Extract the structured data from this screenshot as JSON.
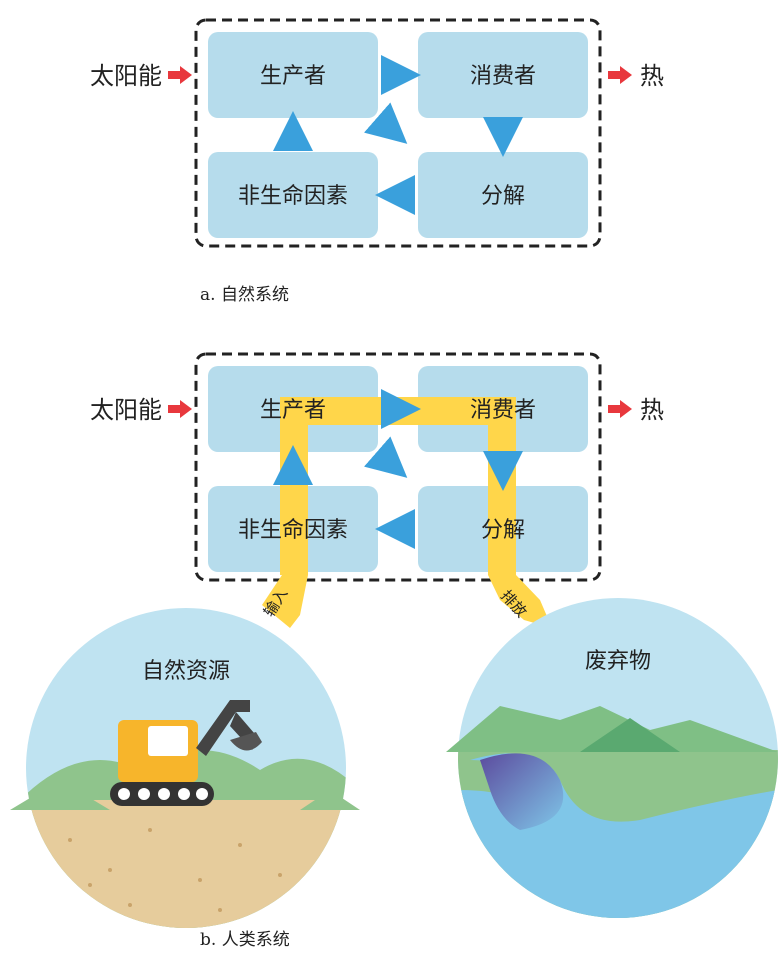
{
  "colors": {
    "box_fill": "#b6dcec",
    "dash_border": "#222222",
    "blue_arrow": "#3aa0dc",
    "red_arrow": "#e8383d",
    "human_path": "#ffd64a",
    "sky": "#bfe3f1",
    "soil": "#e6cc9c",
    "hill_green": "#8fc48c",
    "water": "#7fc6e8",
    "excavator": "#f7b52b"
  },
  "diagram_a": {
    "input_label": "太阳能",
    "output_label": "热",
    "nodes": {
      "producer": "生产者",
      "consumer": "消费者",
      "abiotic": "非生命因素",
      "decomposer": "分解"
    },
    "caption": "a. 自然系统"
  },
  "diagram_b": {
    "input_label": "太阳能",
    "output_label": "热",
    "nodes": {
      "producer": "生产者",
      "consumer": "消费者",
      "abiotic": "非生命因素",
      "decomposer": "分解"
    },
    "input_tag": "输入",
    "output_tag": "排放",
    "resource_circle_label": "自然资源",
    "waste_circle_label": "废弃物",
    "caption": "b. 人类系统"
  },
  "icons": {
    "excavator": "excavator-icon",
    "mountains": "mountain-icon",
    "lake": "lake-icon"
  }
}
